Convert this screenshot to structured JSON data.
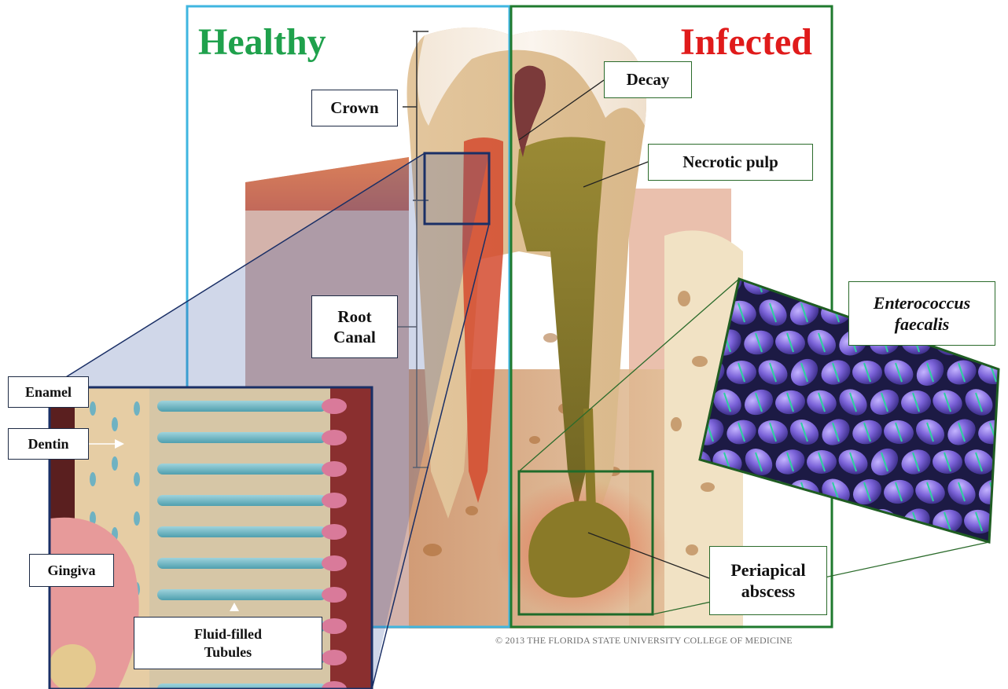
{
  "titles": {
    "healthy": "Healthy",
    "infected": "Infected"
  },
  "labels": {
    "crown": "Crown",
    "root_canal": [
      "Root",
      "Canal"
    ],
    "enamel": "Enamel",
    "dentin": "Dentin",
    "gingiva": "Gingiva",
    "fluid_filled_tubules": [
      "Fluid-filled",
      "Tubules"
    ],
    "decay": "Decay",
    "necrotic_pulp": "Necrotic pulp",
    "enterococcus_faecalis": [
      "Enterococcus",
      "faecalis"
    ],
    "periapical_abscess": [
      "Periapical",
      "abscess"
    ]
  },
  "copyright": "© 2013 THE FLORIDA STATE UNIVERSITY COLLEGE OF MEDICINE",
  "colors": {
    "healthy_title": "#1fa14c",
    "infected_title": "#e01b1b",
    "healthy_frame": "#3fb6e0",
    "infected_frame": "#1f7a2e",
    "zoom_frame": "#1a2f66",
    "bacteria": "#7a62d8",
    "abscess": "#8a7a28"
  }
}
